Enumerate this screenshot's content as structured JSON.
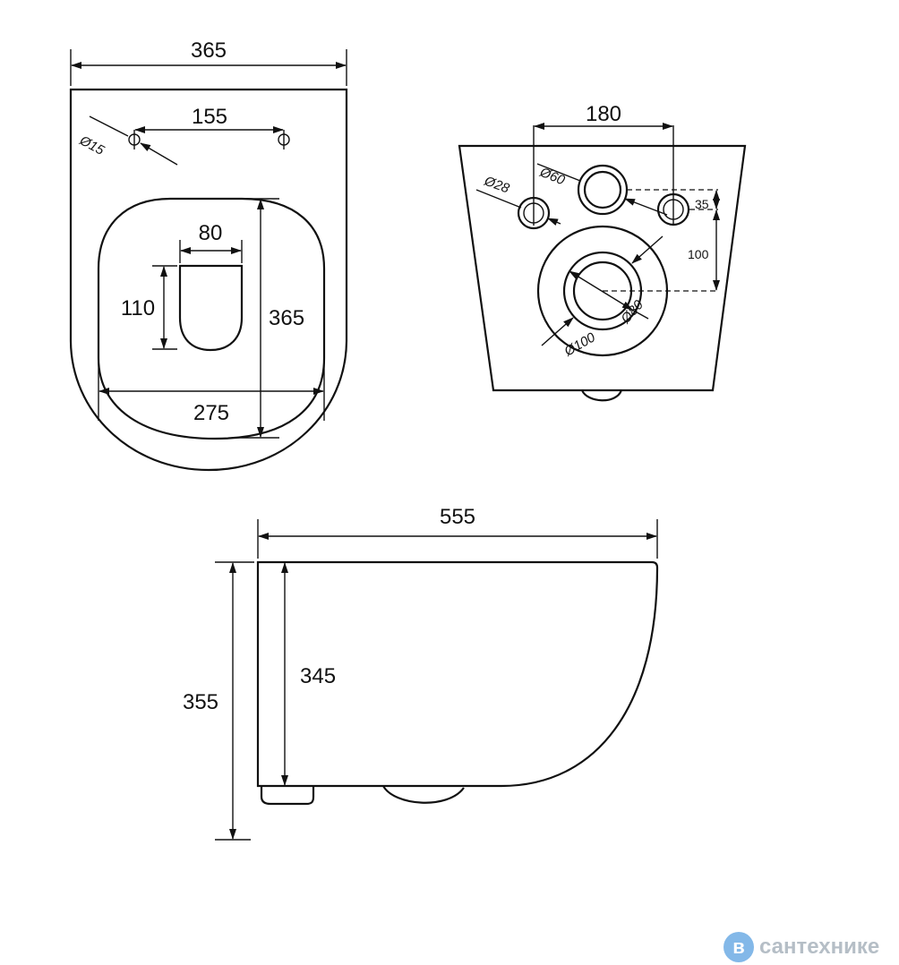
{
  "top_view": {
    "overall_width": "365",
    "mount_spacing": "155",
    "mount_hole_dia": "Ø15",
    "seat_length": "365",
    "seat_width": "275",
    "outlet_width": "80",
    "outlet_length": "110"
  },
  "rear_view": {
    "inlet_spacing": "180",
    "bolt_hole_dia": "Ø28",
    "water_inlet_dia": "Ø60",
    "outlet_dia_inner": "Ø80",
    "outlet_dia_outer": "Ø100",
    "inlet_offset": "35",
    "outlet_offset": "100"
  },
  "side_view": {
    "length": "555",
    "overall_height": "355",
    "body_height": "345"
  },
  "watermark": {
    "badge": "в",
    "text": "сантехнике"
  }
}
